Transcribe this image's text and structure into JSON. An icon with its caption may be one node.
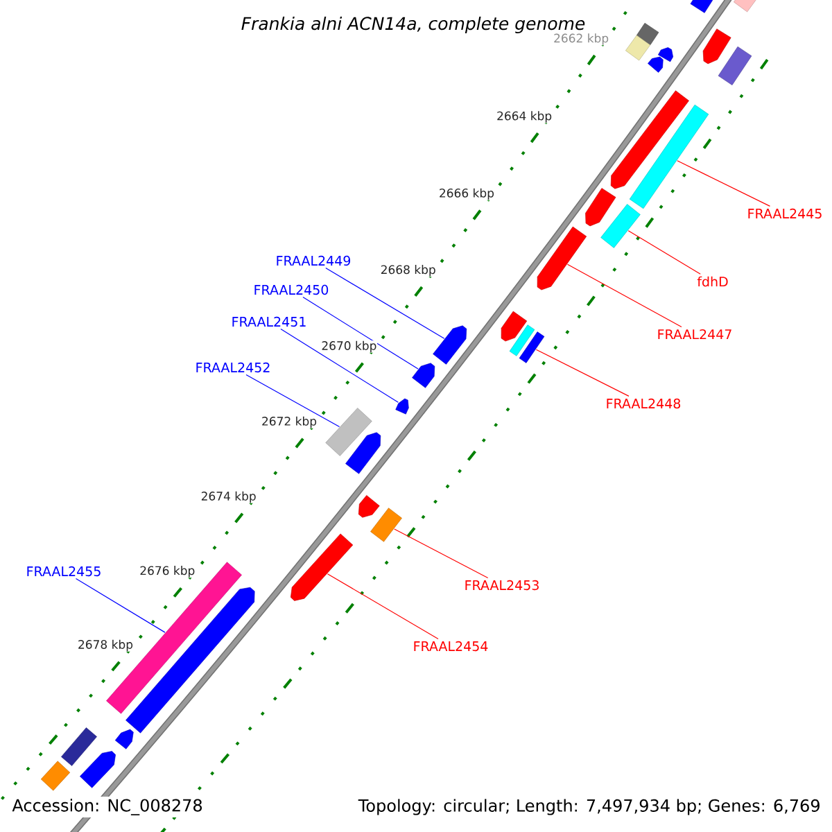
{
  "diagram": {
    "title": "Frankia alni ACN14a, complete genome",
    "nodes": [
      {
        "text": [
          "FRAAL2445"
        ]
      },
      {
        "text": [
          "fdhD"
        ]
      },
      {
        "text": [
          "FRAAL2447"
        ]
      },
      {
        "text": [
          "FRAAL2448"
        ]
      },
      {
        "text": [
          "FRAAL2449"
        ]
      },
      {
        "text": [
          "FRAAL2450"
        ]
      },
      {
        "text": [
          "FRAAL2451"
        ]
      },
      {
        "text": [
          "FRAAL2452"
        ]
      },
      {
        "text": [
          "FRAAL2453"
        ]
      },
      {
        "text": [
          "FRAAL2454"
        ]
      },
      {
        "text": [
          "FRAAL2455"
        ]
      },
      {
        "text": [],
        "shape": "bar"
      },
      {
        "text": [],
        "shape": "bar"
      },
      {
        "text": [],
        "shape": "bar"
      },
      {
        "text": [],
        "shape": "bar"
      },
      {
        "text": [],
        "shape": "bar"
      },
      {
        "text": [],
        "shape": "bar"
      },
      {
        "text": [],
        "shape": "bar"
      },
      {
        "text": [],
        "shape": "bar"
      },
      {
        "text": [],
        "shape": "bar"
      },
      {
        "text": [],
        "shape": "bar"
      },
      {
        "text": [],
        "shape": "bar"
      },
      {
        "text": [],
        "shape": "bar"
      },
      {
        "text": [],
        "shape": "bar"
      },
      {
        "text": [],
        "shape": "bar"
      },
      {
        "text": [],
        "shape": "bar"
      },
      {
        "text": [],
        "shape": "bar"
      },
      {
        "text": [],
        "shape": "bar"
      },
      {
        "text": [],
        "shape": "bar"
      },
      {
        "text": [],
        "shape": "bar"
      },
      {
        "text": [],
        "shape": "bar"
      },
      {
        "text": [],
        "shape": "bar"
      },
      {
        "text": [],
        "shape": "bar"
      },
      {
        "text": [],
        "shape": "bar"
      },
      {
        "text": [],
        "shape": "bar"
      },
      {
        "text": [],
        "shape": "bar"
      },
      {
        "text": [],
        "shape": "bar"
      },
      {
        "text": [],
        "shape": "bar"
      },
      {
        "text": [],
        "shape": "bar"
      },
      {
        "text": [],
        "shape": "bar"
      },
      {
        "text": [],
        "shape": "bar"
      }
    ],
    "edges": [
      {
        "from": 0,
        "to": 11,
        "arrow": "none"
      },
      {
        "from": 1,
        "to": 12,
        "arrow": "none"
      },
      {
        "from": 2,
        "to": 13,
        "arrow": "none"
      },
      {
        "from": 3,
        "to": 14,
        "arrow": "none"
      },
      {
        "from": 4,
        "to": 15,
        "arrow": "none",
        "color": "#0000ff"
      },
      {
        "from": 5,
        "to": 16,
        "arrow": "none",
        "color": "#0000ff"
      },
      {
        "from": 6,
        "to": 17,
        "arrow": "none",
        "color": "#0000ff"
      },
      {
        "from": 7,
        "to": 18,
        "arrow": "none",
        "color": "#0000ff"
      },
      {
        "from": 8,
        "to": 19,
        "arrow": "none"
      },
      {
        "from": 9,
        "to": 20,
        "arrow": "none"
      },
      {
        "from": 10,
        "to": 21,
        "arrow": "none",
        "color": "#0000ff"
      }
    ],
    "labels": [
      "2662 kbp",
      "2664 kbp",
      "2666 kbp",
      "2668 kbp",
      "2670 kbp",
      "2672 kbp",
      "2674 kbp",
      "2676 kbp",
      "2678 kbp",
      "Accession: NC_008278",
      "Topology: circular; Length: 7,497,934 bp; Genes: 6,769"
    ]
  }
}
